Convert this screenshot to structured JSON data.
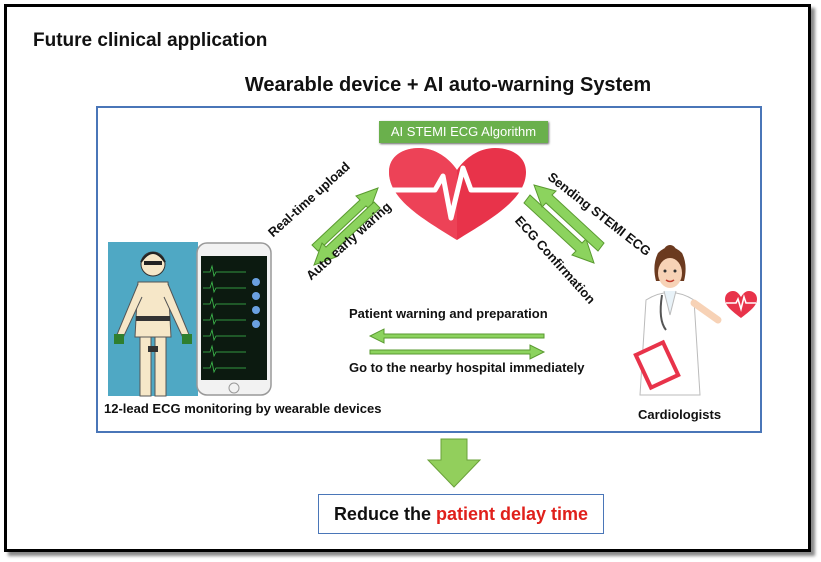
{
  "title": "Future clinical application",
  "heading": "Wearable device + AI auto-warning System",
  "algorithm_label": "AI STEMI ECG Algorithm",
  "left_arrows": {
    "upper": "Real-time upload",
    "lower": "Auto early waring"
  },
  "right_arrows": {
    "upper": "Sending STEMI ECG",
    "lower": "ECG Confirmation"
  },
  "middle_arrows": {
    "upper": "Patient warning and preparation",
    "lower": "Go to the nearby hospital immediately"
  },
  "left_caption": "12-lead ECG monitoring by wearable devices",
  "right_caption": "Cardiologists",
  "result": {
    "prefix": "Reduce the",
    "highlight_1": "patient",
    "highlight_2": "delay time"
  },
  "colors": {
    "heart": "#e8334a",
    "arrow_green": "#76c043",
    "box_blue": "#4a76b8",
    "algo_green": "#6ab04c",
    "highlight_red": "#e0201b"
  },
  "icons": [
    "heart-ecg-icon",
    "wearable-person-icon",
    "smartphone-ecg-icon",
    "doctor-icon",
    "small-heart-icon",
    "down-arrow-icon"
  ]
}
